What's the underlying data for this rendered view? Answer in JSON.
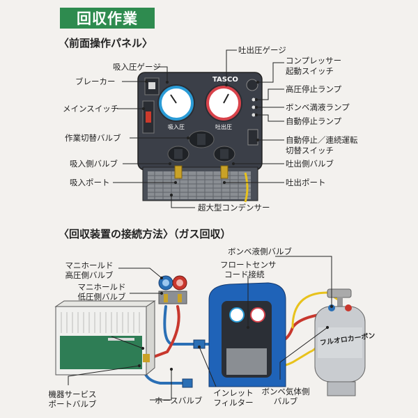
{
  "title": "回収作業",
  "sections": {
    "panel": "〈前面操作パネル〉",
    "connection": "〈回収装置の接続方法〉（ガス回収）"
  },
  "panel_labels": {
    "suction_gauge": "吸入圧ゲージ",
    "breaker": "ブレーカー",
    "main_switch": "メインスイッチ",
    "mode_valve": "作業切替バルブ",
    "inlet_valve": "吸入側バルブ",
    "inlet_port": "吸入ポート",
    "discharge_gauge": "吐出圧ゲージ",
    "compressor_switch_1": "コンプレッサー",
    "compressor_switch_2": "起動スイッチ",
    "high_pressure_lamp": "高圧停止ランプ",
    "cylinder_full_lamp": "ボンベ満液ランプ",
    "auto_stop_lamp": "自動停止ランプ",
    "auto_continuous_switch_1": "自動停止／連続運転",
    "auto_continuous_switch_2": "切替スイッチ",
    "outlet_valve": "吐出側バルブ",
    "outlet_port": "吐出ポート",
    "condenser": "超大型コンデンサー"
  },
  "device_text": {
    "brand": "TASCO",
    "gauge_in": "吸入圧",
    "gauge_out": "吐出圧"
  },
  "connection_labels": {
    "manifold_high_1": "マニホールド",
    "manifold_high_2": "高圧側バルブ",
    "manifold_low_1": "マニホールド",
    "manifold_low_2": "低圧側バルブ",
    "service_port_1": "機器サービス",
    "service_port_2": "ポートバルブ",
    "hose_valve": "ホースバルブ",
    "inlet_filter_1": "インレット",
    "inlet_filter_2": "フィルター",
    "float_sensor_1": "フロートセンサ",
    "float_sensor_2": "コード接続",
    "cylinder_liquid_valve": "ボンベ液側バルブ",
    "cylinder_gas_valve_1": "ボンベ気体側",
    "cylinder_gas_valve_2": "バルブ",
    "cylinder_label": "フルオロカーボン"
  },
  "colors": {
    "accent_green": "#2e8b4f",
    "high_side_red": "#c8372d",
    "low_side_blue": "#2a6fb5",
    "sensor_yellow": "#e8c21c",
    "panel_dark": "#3b3f48",
    "recovery_unit_blue": "#1f63b8"
  }
}
